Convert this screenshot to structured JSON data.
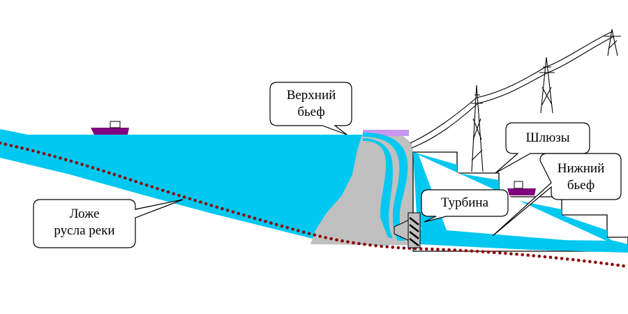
{
  "labels": {
    "upper_pool": "Верхний\nбьеф",
    "locks": "Шлюзы",
    "lower_pool": "Нижний\nбьеф",
    "turbine": "Турбина",
    "riverbed": "Ложе\nрусла реки"
  },
  "colors": {
    "water": "#00c8f0",
    "dam": "#c0c0c0",
    "dam_top": "#c896f0",
    "riverbed_dots": "#8b0000",
    "boat_hull": "#800080",
    "background": "#ffffff"
  },
  "icons": {
    "boat": "boat-icon",
    "pylon": "power-pylon-icon",
    "turbine": "turbine-icon"
  }
}
